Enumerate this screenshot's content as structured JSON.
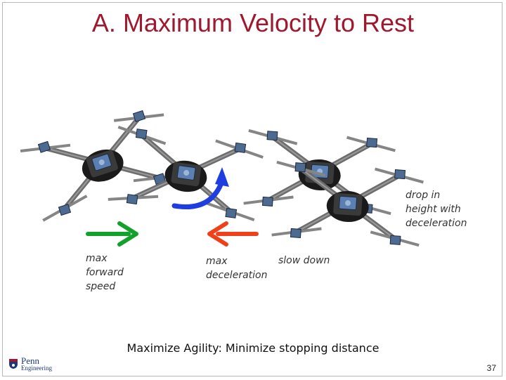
{
  "slide": {
    "title": "A. Maximum Velocity to Rest",
    "subtitle": "Maximize Agility: Minimize stopping distance",
    "slide_number": "37"
  },
  "labels": {
    "max_forward_speed": [
      "max",
      "forward",
      "speed"
    ],
    "max_deceleration": [
      "max",
      "deceleration"
    ],
    "slow_down": [
      "slow down"
    ],
    "drop_in_height": [
      "drop in",
      "height with",
      "deceleration"
    ]
  },
  "logo": {
    "line1": "Penn",
    "line2": "Engineering"
  },
  "colors": {
    "title": "#a0182e",
    "arrow_forward": "#12a12a",
    "arrow_decel": "#f0401a",
    "arrow_rotation": "#1f3ee0"
  }
}
